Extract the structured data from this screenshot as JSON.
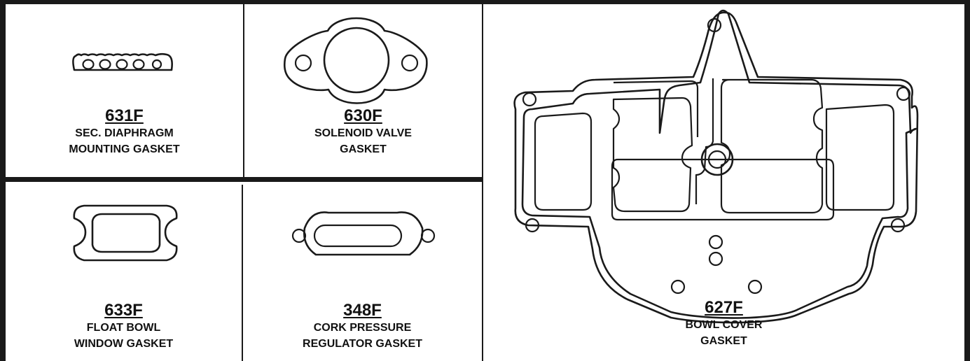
{
  "colors": {
    "frame": "#1a1a1a",
    "background": "#ffffff",
    "text": "#111111"
  },
  "parts": [
    {
      "number": "631F",
      "description": "SEC. DIAPHRAGM\nMOUNTING GASKET"
    },
    {
      "number": "630F",
      "description": "SOLENOID VALVE\nGASKET"
    },
    {
      "number": "633F",
      "description": "FLOAT BOWL\nWINDOW GASKET"
    },
    {
      "number": "348F",
      "description": "CORK PRESSURE\nREGULATOR GASKET"
    },
    {
      "number": "627F",
      "description": "BOWL COVER\nGASKET"
    }
  ]
}
